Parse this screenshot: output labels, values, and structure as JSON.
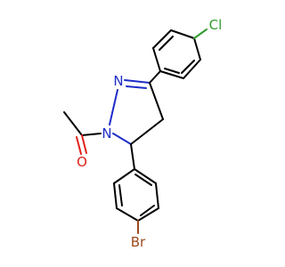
{
  "atoms": {
    "n1": "N",
    "n2": "N",
    "o": "O",
    "cl": "Cl",
    "br": "Br"
  },
  "colors": {
    "carbon": "#000000",
    "nitrogen": "#1e2dc8",
    "oxygen": "#e0201a",
    "chlorine": "#2f9e2f",
    "bromine": "#9b4a1e"
  }
}
